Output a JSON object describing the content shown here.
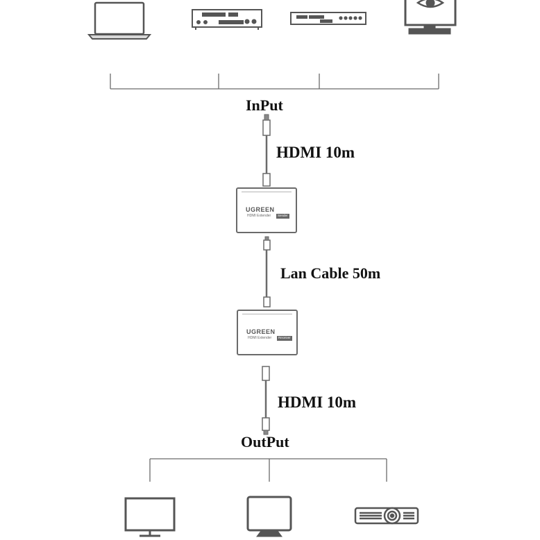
{
  "labels": {
    "input": "InPut",
    "hdmi_top": "HDMI 10m",
    "lan": "Lan Cable 50m",
    "hdmi_bottom": "HDMI 10m",
    "output": "OutPut"
  },
  "transmitter": {
    "brand": "UGREEN",
    "model": "HDMI Extender",
    "tag": "Sender"
  },
  "receiver": {
    "brand": "UGREEN",
    "model": "HDMI Extender",
    "tag": "Receiver"
  },
  "icons": {
    "sources": [
      "laptop-icon",
      "dvd-player-icon",
      "set-top-box-icon",
      "monitor-eye-icon"
    ],
    "displays": [
      "monitor-icon",
      "tv-icon",
      "projector-icon"
    ]
  },
  "colors": {
    "line": "#6a6a6a",
    "text": "#111111",
    "device_border": "#6a6a6a"
  }
}
